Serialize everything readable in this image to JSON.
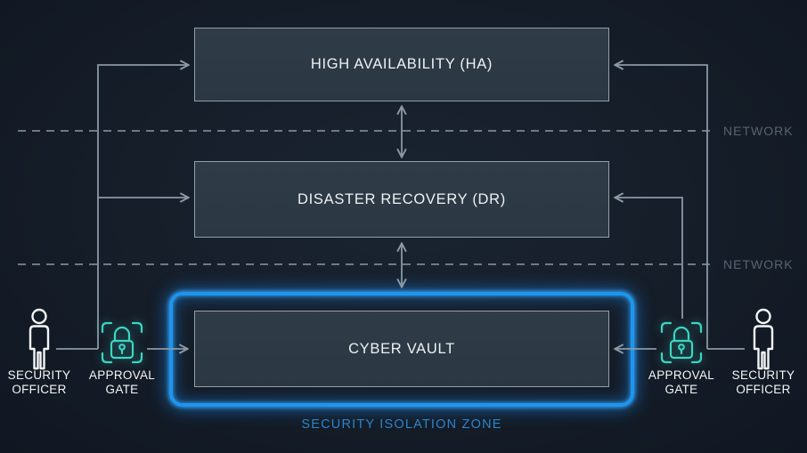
{
  "nodes": {
    "ha": {
      "label": "HIGH AVAILABILITY (HA)"
    },
    "dr": {
      "label": "DISASTER RECOVERY (DR)"
    },
    "vault": {
      "label": "CYBER VAULT"
    }
  },
  "zone": {
    "label": "SECURITY ISOLATION ZONE"
  },
  "network": {
    "upper_label": "NETWORK",
    "lower_label": "NETWORK"
  },
  "actors": {
    "left_officer": {
      "label": "SECURITY OFFICER",
      "icon": "person-icon"
    },
    "left_gate": {
      "label": "APPROVAL GATE",
      "icon": "lock-icon"
    },
    "right_gate": {
      "label": "APPROVAL GATE",
      "icon": "lock-icon"
    },
    "right_officer": {
      "label": "SECURITY OFFICER",
      "icon": "person-icon"
    }
  },
  "colors": {
    "background": "#151d28",
    "node_fill": "#2b3742",
    "node_border": "#93a0aa",
    "node_text": "#edf1f4",
    "connector": "#8b99a5",
    "network_text": "#57646f",
    "neon_blue": "#1b96f0",
    "zone_text": "#2d84c9",
    "teal": "#3cd5c3",
    "icon_white": "#f4f6f8"
  }
}
